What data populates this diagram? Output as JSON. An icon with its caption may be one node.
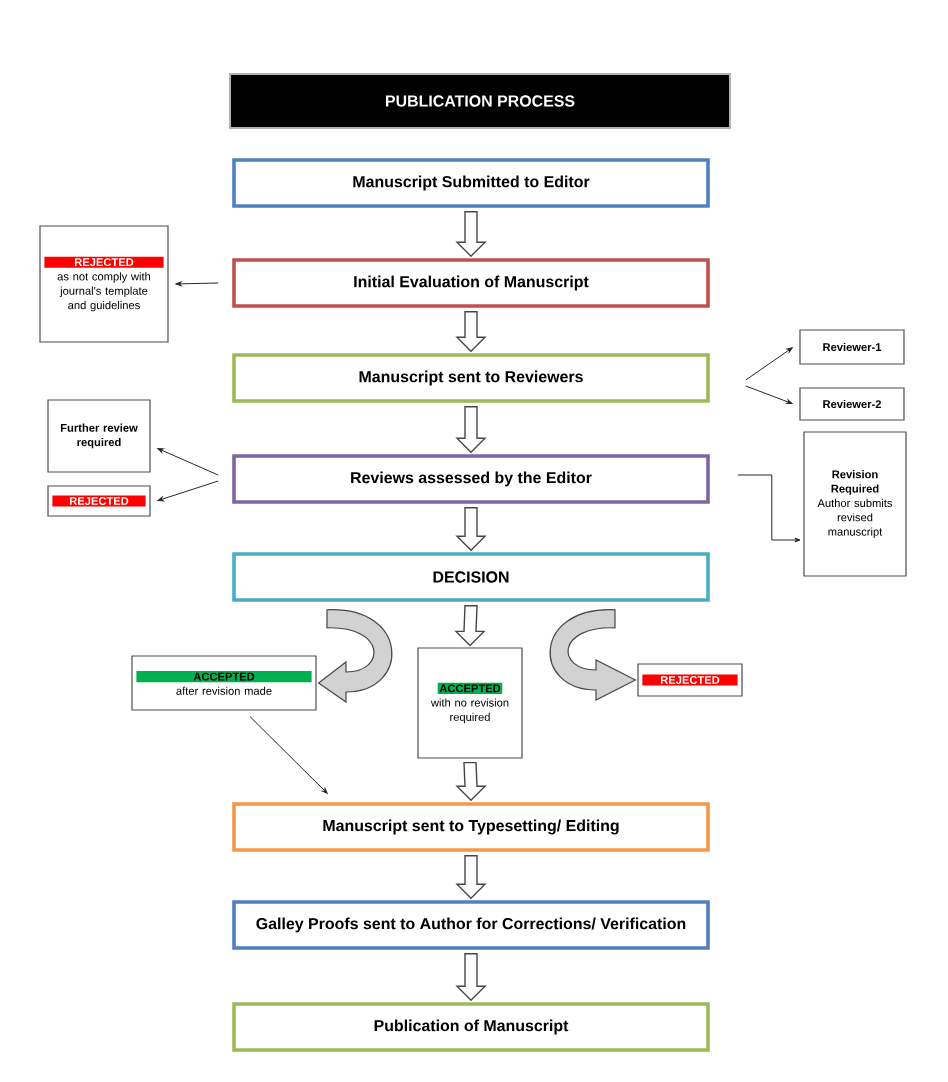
{
  "diagram": {
    "title": "PUBLICATION PROCESS",
    "nodes": [
      {
        "text": [
          "Manuscript Submitted to Editor"
        ]
      },
      {
        "text": [
          "Initial Evaluation of Manuscript"
        ]
      },
      {
        "text": [
          "Manuscript sent to Reviewers"
        ]
      },
      {
        "text": [
          "Reviews assessed by the Editor"
        ]
      },
      {
        "text": [
          "DECISION"
        ]
      },
      {
        "text": [
          "Manuscript sent to Typesetting/ Editing"
        ]
      },
      {
        "text": [
          "Galley Proofs sent to Author for Corrections/ Verification"
        ]
      },
      {
        "text": [
          "Publication of Manuscript"
        ]
      },
      {
        "text": [
          "REJECTED",
          "as not comply with journal's template and guidelines"
        ]
      },
      {
        "text": [
          "Reviewer-1"
        ]
      },
      {
        "text": [
          "Reviewer-2"
        ]
      },
      {
        "text": [
          "Further review required"
        ]
      },
      {
        "text": [
          "REJECTED"
        ]
      },
      {
        "text": [
          "Revision Required",
          "Author submits revised manuscript"
        ]
      },
      {
        "text": [
          "ACCEPTED",
          "after revision made"
        ]
      },
      {
        "text": [
          "ACCEPTED",
          "with no revision required"
        ]
      },
      {
        "text": [
          "REJECTED"
        ]
      }
    ],
    "edges": [
      {
        "from": 0,
        "to": 1,
        "arrow": "to",
        "style": "thick"
      },
      {
        "from": 1,
        "to": 8,
        "arrow": "to"
      },
      {
        "from": 1,
        "to": 2,
        "arrow": "to",
        "style": "thick"
      },
      {
        "from": 2,
        "to": 9,
        "arrow": "to"
      },
      {
        "from": 2,
        "to": 10,
        "arrow": "to"
      },
      {
        "from": 2,
        "to": 3,
        "arrow": "to",
        "style": "thick"
      },
      {
        "from": 3,
        "to": 11,
        "arrow": "to"
      },
      {
        "from": 3,
        "to": 12,
        "arrow": "to"
      },
      {
        "from": 3,
        "to": 13,
        "arrow": "to"
      },
      {
        "from": 3,
        "to": 4,
        "arrow": "to",
        "style": "thick"
      },
      {
        "from": 4,
        "to": 14,
        "arrow": "to",
        "style": "thick"
      },
      {
        "from": 4,
        "to": 15,
        "arrow": "to",
        "style": "thick"
      },
      {
        "from": 4,
        "to": 16,
        "arrow": "to",
        "style": "thick"
      },
      {
        "from": 14,
        "to": 5,
        "arrow": "to"
      },
      {
        "from": 15,
        "to": 5,
        "arrow": "to",
        "style": "thick"
      },
      {
        "from": 5,
        "to": 6,
        "arrow": "to",
        "style": "thick"
      },
      {
        "from": 6,
        "to": 7,
        "arrow": "to",
        "style": "thick"
      }
    ]
  }
}
